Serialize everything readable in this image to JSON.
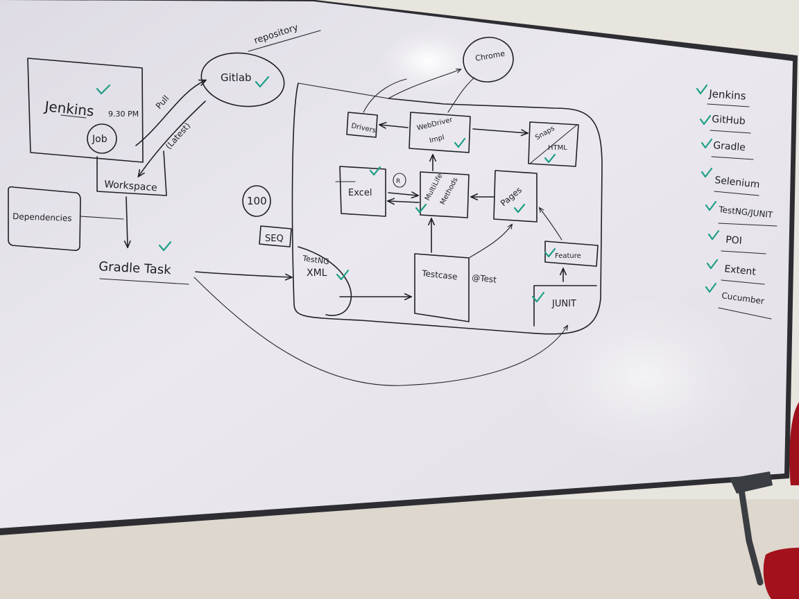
{
  "colors": {
    "wall": "#e9e5df",
    "board": "#eceaf0",
    "frame": "#2b2b30",
    "ink": "#1f1f22",
    "check": "#1f9e86",
    "chair": "#b0141f"
  },
  "diagram": {
    "repository_label": "repository",
    "jenkins": {
      "title": "Jenkins",
      "time": "9.30 PM",
      "job": "Job"
    },
    "gitlab": "Gitlab",
    "pull_label": "Pull",
    "latest_label": "(Latest)",
    "workspace": "Workspace",
    "dependencies": "Dependencies",
    "gradle_task": "Gradle Task",
    "count_label": "100",
    "seq_label": "SEQ",
    "testng_xml": {
      "line1": "TestNG",
      "line2": "XML"
    },
    "chrome": "Chrome",
    "drivers": "Drivers",
    "webdriver_impl": {
      "line1": "WebDriver",
      "line2": "Impl"
    },
    "snaps_html": {
      "line1": "Snaps",
      "line2": "HTML"
    },
    "excel": "Excel",
    "excel_badge": "R",
    "multilife_methods": {
      "line1": "MultiLife",
      "line2": "Methods"
    },
    "pages": "Pages",
    "testcase": "Testcase",
    "test_annotation": "@Test",
    "feature": "Feature",
    "junit": "JUNIT"
  },
  "checklist": {
    "items": [
      "Jenkins",
      "GitHub",
      "Gradle",
      "Selenium",
      "TestNG/JUNIT",
      "POI",
      "Extent",
      "Cucumber"
    ]
  }
}
